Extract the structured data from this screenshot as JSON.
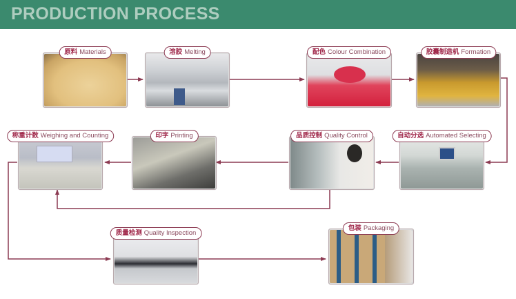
{
  "banner": {
    "title": "PRODUCTION PROCESS"
  },
  "colors": {
    "banner": "#3b8a6e",
    "banner_text": "#aecdbf",
    "connector": "#8c3a52"
  },
  "steps": [
    {
      "id": "materials",
      "cn": "原料",
      "en": "Materials",
      "photo": "yellow-powder-in-bowl"
    },
    {
      "id": "melting",
      "cn": "溶胶",
      "en": "Melting",
      "photo": "steel-tanks"
    },
    {
      "id": "colour",
      "cn": "配色",
      "en": "Colour Combination",
      "photo": "red-mixing-paddle"
    },
    {
      "id": "formation",
      "cn": "胶囊制造机",
      "en": "Formation",
      "photo": "capsule-pins-machine"
    },
    {
      "id": "selecting",
      "cn": "自动分选",
      "en": "Automated Selecting",
      "photo": "sorting-machine"
    },
    {
      "id": "quality-control",
      "cn": "品质控制",
      "en": "Quality Control",
      "photo": "lab-technician"
    },
    {
      "id": "printing",
      "cn": "印字",
      "en": "Printing",
      "photo": "printing-belt"
    },
    {
      "id": "weighing",
      "cn": "称重计数",
      "en": "Weighing and Counting",
      "photo": "scale-with-basket"
    },
    {
      "id": "inspection",
      "cn": "质量检测",
      "en": "Quality Inspection",
      "photo": "lab-instruments"
    },
    {
      "id": "packaging",
      "cn": "包装",
      "en": "Packaging",
      "photo": "stacked-boxes"
    }
  ]
}
